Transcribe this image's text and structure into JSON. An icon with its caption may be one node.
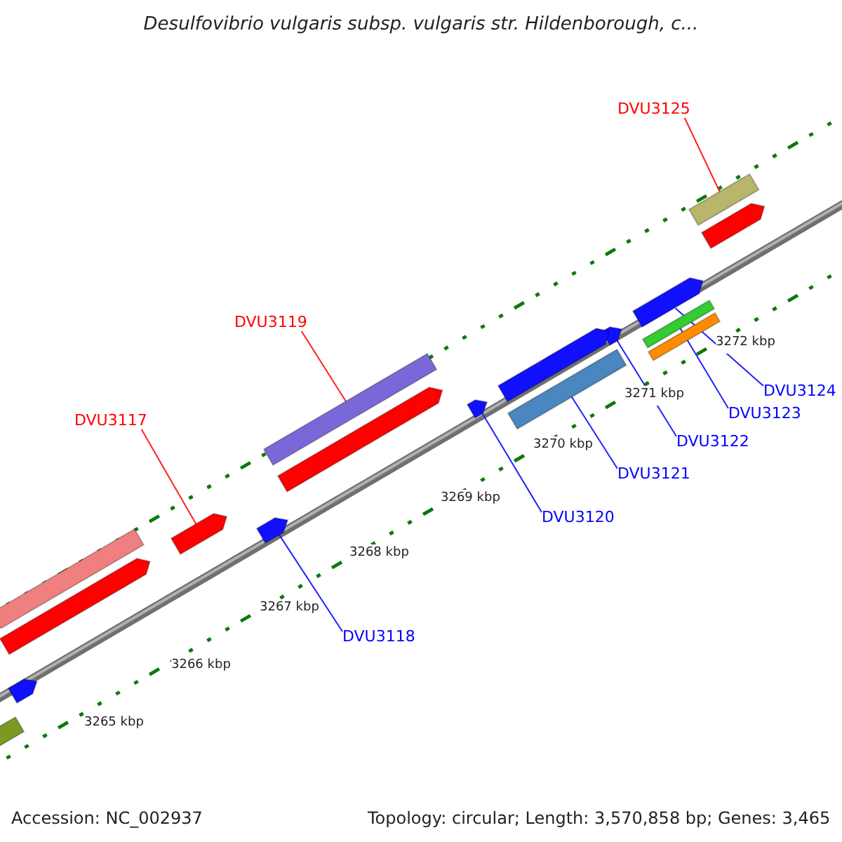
{
  "diagram": {
    "title": "Desulfovibrio vulgaris subsp. vulgaris str. Hildenborough, c...",
    "nodes": [
      {
        "text": [
          "DVU3125"
        ]
      },
      {
        "text": [
          "DVU3119"
        ]
      },
      {
        "text": [
          "DVU3117"
        ]
      },
      {
        "text": [
          "DVU3124"
        ]
      },
      {
        "text": [
          "DVU3123"
        ]
      },
      {
        "text": [
          "DVU3122"
        ]
      },
      {
        "text": [
          "DVU3121"
        ]
      },
      {
        "text": [
          "DVU3120"
        ]
      },
      {
        "text": [
          "DVU3118"
        ]
      },
      {
        "text": [],
        "shape": "bar"
      },
      {
        "text": [],
        "shape": "arrow"
      },
      {
        "text": [],
        "shape": "arrow"
      },
      {
        "text": [],
        "shape": "bar"
      },
      {
        "text": [],
        "shape": "bar"
      },
      {
        "text": [],
        "shape": "arrow"
      },
      {
        "text": [],
        "shape": "arrow"
      },
      {
        "text": [],
        "shape": "bar"
      },
      {
        "text": [],
        "shape": "arrow"
      },
      {
        "text": [],
        "shape": "bar"
      },
      {
        "text": [],
        "shape": "arrow"
      },
      {
        "text": [],
        "shape": "arrow"
      },
      {
        "text": [],
        "shape": "arrow"
      },
      {
        "text": [],
        "shape": "bar"
      },
      {
        "text": [],
        "shape": "arrow"
      },
      {
        "text": [],
        "shape": "arrow"
      },
      {
        "text": [],
        "shape": "bar"
      }
    ],
    "edges": [
      {
        "from": 0,
        "to": 9,
        "arrow": "none",
        "color": "#ff2020"
      },
      {
        "from": 1,
        "to": 18,
        "arrow": "none",
        "color": "#ff2020"
      },
      {
        "from": 2,
        "to": 20,
        "arrow": "none",
        "color": "#ff2020"
      },
      {
        "from": 3,
        "to": 11,
        "arrow": "none"
      },
      {
        "from": 4,
        "to": 12,
        "arrow": "none"
      },
      {
        "from": 5,
        "to": 14,
        "arrow": "none"
      },
      {
        "from": 6,
        "to": 16,
        "arrow": "none"
      },
      {
        "from": 7,
        "to": 17,
        "arrow": "none"
      },
      {
        "from": 8,
        "to": 21,
        "arrow": "none"
      }
    ],
    "labels": [
      "3265 kbp",
      "3266 kbp",
      "3267 kbp",
      "3268 kbp",
      "3269 kbp",
      "3270 kbp",
      "3271 kbp",
      "3272 kbp",
      "Accession: NC_002937",
      "Topology: circular; Length: 3,570,858 bp; Genes: 3,465"
    ]
  }
}
